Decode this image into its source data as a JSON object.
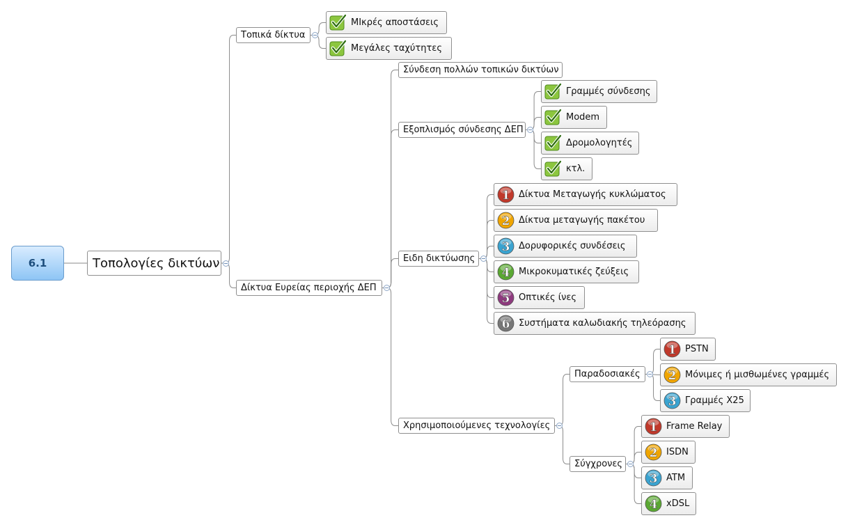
{
  "root": {
    "label": "6.1"
  },
  "subject": {
    "label": "Τοπολογίες δικτύων"
  },
  "branches": [
    {
      "label": "Τοπικά δίκτυα",
      "children": [
        {
          "label": "ΜΙκρές αποστάσεις",
          "icon": "check-icon"
        },
        {
          "label": "Μεγάλες ταχύτητες",
          "icon": "check-icon"
        }
      ]
    },
    {
      "label": "Δίκτυα Ευρείας περιοχής ΔΕΠ",
      "children": [
        {
          "label": "Σύνδεση πολλών τοπικών δικτύων"
        },
        {
          "label": "Εξοπλισμός σύνδεσης ΔΕΠ",
          "children": [
            {
              "label": "Γραμμές σύνδεσης",
              "icon": "check-icon"
            },
            {
              "label": "Modem",
              "icon": "check-icon"
            },
            {
              "label": "Δρομολογητές",
              "icon": "check-icon"
            },
            {
              "label": "κτλ.",
              "icon": "check-icon"
            }
          ]
        },
        {
          "label": "Ειδη δικτύωσης",
          "children": [
            {
              "label": "Δίκτυα Μεταγωγής κυκλώματος",
              "icon": "priority-1-icon",
              "num": "1",
              "color": "#c0392b"
            },
            {
              "label": "Δίκτυα  μεταγωγής πακέτου",
              "icon": "priority-2-icon",
              "num": "2",
              "color": "#f0a500"
            },
            {
              "label": "Δορυφορικές συνδέσεις",
              "icon": "priority-3-icon",
              "num": "3",
              "color": "#3aa3d0"
            },
            {
              "label": "Μικροκυματικές ζεύξεις",
              "icon": "priority-4-icon",
              "num": "4",
              "color": "#5aa832"
            },
            {
              "label": "Οπτικές ίνες",
              "icon": "priority-5-icon",
              "num": "5",
              "color": "#8e3a7e"
            },
            {
              "label": "Συστήματα καλωδιακής τηλεόρασης",
              "icon": "priority-6-icon",
              "num": "6",
              "color": "#777777"
            }
          ]
        },
        {
          "label": "Χρησιμοποιούμενες τεχνολογίες",
          "children": [
            {
              "label": "Παραδοσιακές",
              "children": [
                {
                  "label": "PSTN",
                  "icon": "priority-1-icon",
                  "num": "1",
                  "color": "#c0392b"
                },
                {
                  "label": "Μόνιμες ή μισθωμένες γραμμές",
                  "icon": "priority-2-icon",
                  "num": "2",
                  "color": "#f0a500"
                },
                {
                  "label": "Γραμμές Χ25",
                  "icon": "priority-3-icon",
                  "num": "3",
                  "color": "#3aa3d0"
                }
              ]
            },
            {
              "label": "Σύγχρονες",
              "children": [
                {
                  "label": "Frame Relay",
                  "icon": "priority-1-icon",
                  "num": "1",
                  "color": "#c0392b"
                },
                {
                  "label": "ISDN",
                  "icon": "priority-2-icon",
                  "num": "2",
                  "color": "#f0a500"
                },
                {
                  "label": "ATM",
                  "icon": "priority-3-icon",
                  "num": "3",
                  "color": "#3aa3d0"
                },
                {
                  "label": "xDSL",
                  "icon": "priority-4-icon",
                  "num": "4",
                  "color": "#5aa832"
                }
              ]
            }
          ]
        }
      ]
    }
  ]
}
